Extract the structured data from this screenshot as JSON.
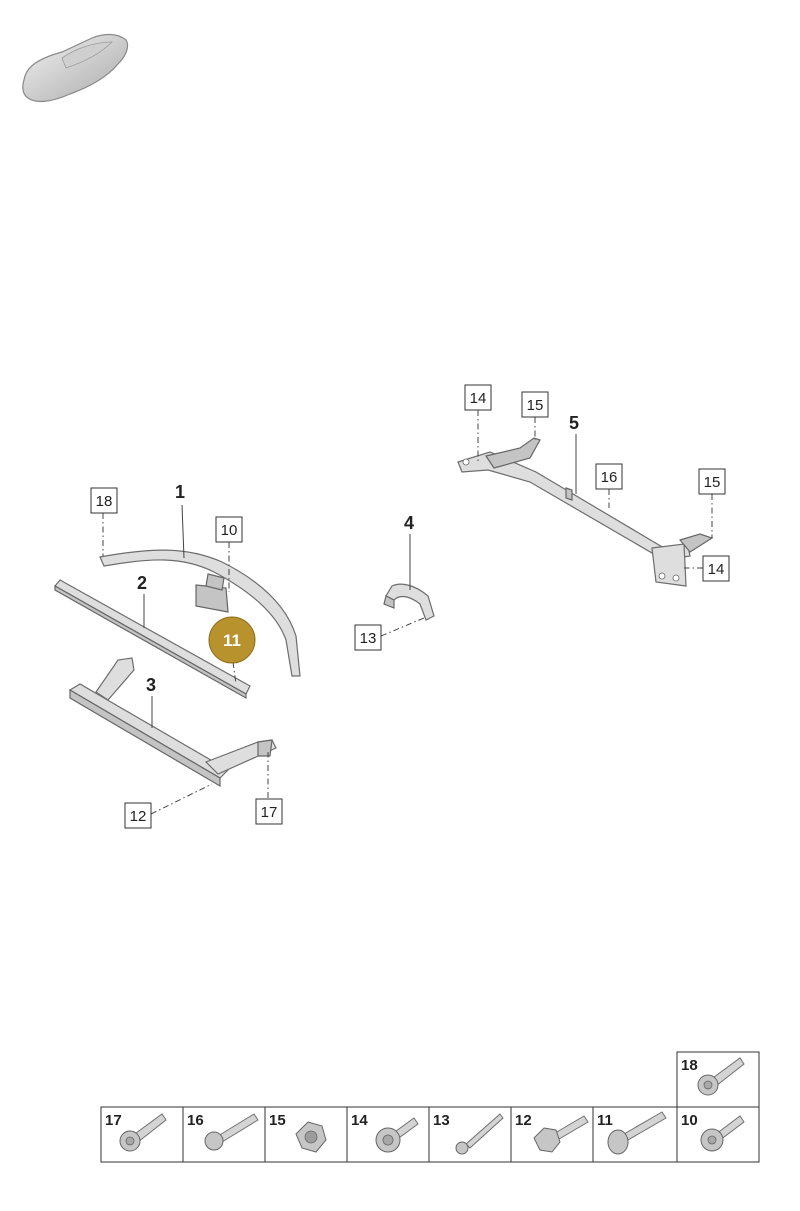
{
  "callouts": {
    "p1": "1",
    "p2": "2",
    "p3": "3",
    "p4": "4",
    "p5": "5",
    "b18": "18",
    "b10": "10",
    "b11": "11",
    "b12": "12",
    "b17": "17",
    "b13": "13",
    "b14a": "14",
    "b15a": "15",
    "b16": "16",
    "b15b": "15",
    "b14b": "14"
  },
  "highlight_color": "#b8922c",
  "parts_grid": [
    {
      "label": "18"
    },
    {
      "label": "17"
    },
    {
      "label": "16"
    },
    {
      "label": "15"
    },
    {
      "label": "14"
    },
    {
      "label": "13"
    },
    {
      "label": "12"
    },
    {
      "label": "11"
    },
    {
      "label": "10"
    }
  ]
}
